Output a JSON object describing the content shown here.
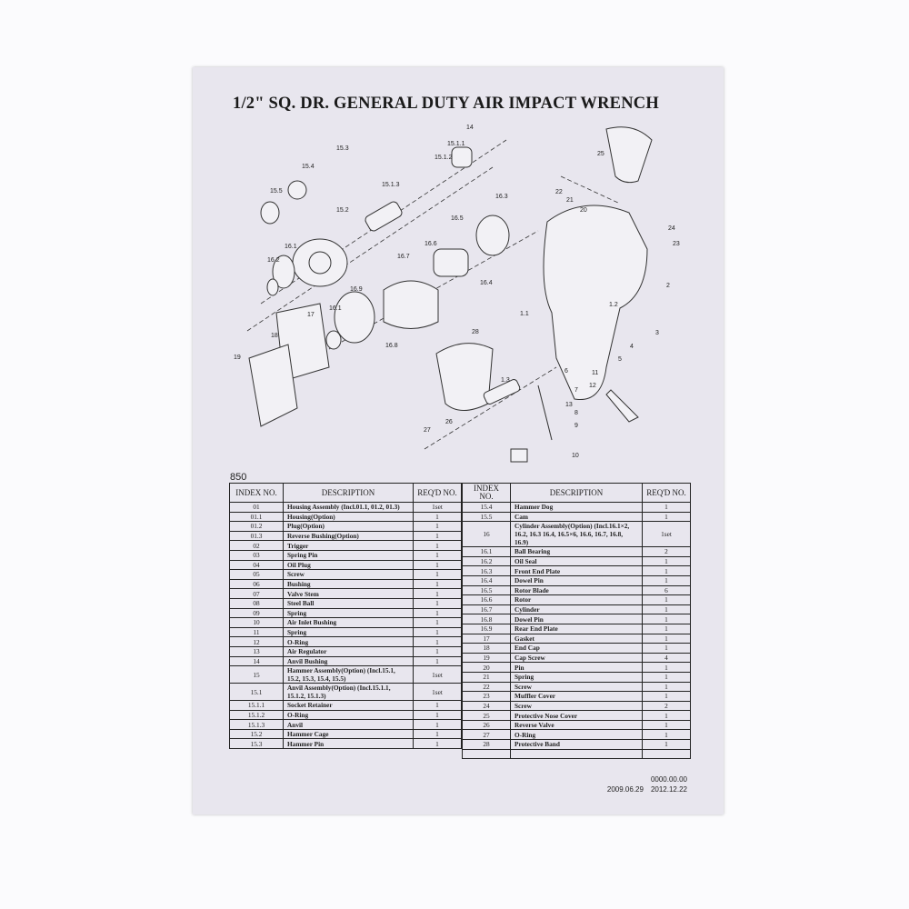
{
  "title": "1/2\" SQ. DR. GENERAL DUTY AIR IMPACT WRENCH",
  "model": "850",
  "callouts": [
    "15.3",
    "15.4",
    "14",
    "15.1.1",
    "15.1.2",
    "25",
    "15.5",
    "15.1.3",
    "15.2",
    "22",
    "21",
    "20",
    "16.3",
    "16.5",
    "24",
    "23",
    "16.1",
    "16.6",
    "16.2",
    "16.7",
    "2",
    "16.4",
    "16.9",
    "1.2",
    "17",
    "16.1",
    "1.1",
    "3",
    "18",
    "28",
    "16.8",
    "4",
    "5",
    "19",
    "6",
    "11",
    "1.3",
    "12",
    "7",
    "13",
    "8",
    "26",
    "9",
    "27",
    "10"
  ],
  "table_headers": {
    "index": "INDEX NO.",
    "description": "DESCRIPTION",
    "qty": "REQ'D NO."
  },
  "left_rows": [
    {
      "index": "01",
      "description": "Housing Assembly (Incl.01.1, 01.2, 01.3)",
      "qty": "1set"
    },
    {
      "index": "01.1",
      "description": "Housing(Option)",
      "qty": "1"
    },
    {
      "index": "01.2",
      "description": "Plug(Option)",
      "qty": "1"
    },
    {
      "index": "01.3",
      "description": "Reverse Bushing(Option)",
      "qty": "1"
    },
    {
      "index": "02",
      "description": "Trigger",
      "qty": "1"
    },
    {
      "index": "03",
      "description": "Spring Pin",
      "qty": "1"
    },
    {
      "index": "04",
      "description": "Oil Plug",
      "qty": "1"
    },
    {
      "index": "05",
      "description": "Screw",
      "qty": "1"
    },
    {
      "index": "06",
      "description": "Bushing",
      "qty": "1"
    },
    {
      "index": "07",
      "description": "Valve Stem",
      "qty": "1"
    },
    {
      "index": "08",
      "description": "Steel Ball",
      "qty": "1"
    },
    {
      "index": "09",
      "description": "Spring",
      "qty": "1"
    },
    {
      "index": "10",
      "description": "Air Inlet Bushing",
      "qty": "1"
    },
    {
      "index": "11",
      "description": "Spring",
      "qty": "1"
    },
    {
      "index": "12",
      "description": "O-Ring",
      "qty": "1"
    },
    {
      "index": "13",
      "description": "Air Regulator",
      "qty": "1"
    },
    {
      "index": "14",
      "description": "Anvil Bushing",
      "qty": "1"
    },
    {
      "index": "15",
      "description": "Hammer Assembly(Option) (Incl.15.1, 15.2, 15.3, 15.4, 15.5)",
      "qty": "1set"
    },
    {
      "index": "15.1",
      "description": "Anvil Assembly(Option) (Incl.15.1.1, 15.1.2, 15.1.3)",
      "qty": "1set"
    },
    {
      "index": "15.1.1",
      "description": "Socket Retainer",
      "qty": "1"
    },
    {
      "index": "15.1.2",
      "description": "O-Ring",
      "qty": "1"
    },
    {
      "index": "15.1.3",
      "description": "Anvil",
      "qty": "1"
    },
    {
      "index": "15.2",
      "description": "Hammer Cage",
      "qty": "1"
    },
    {
      "index": "15.3",
      "description": "Hammer Pin",
      "qty": "1"
    }
  ],
  "right_rows": [
    {
      "index": "15.4",
      "description": "Hammer Dog",
      "qty": "1"
    },
    {
      "index": "15.5",
      "description": "Cam",
      "qty": "1"
    },
    {
      "index": "16",
      "description": "Cylinder Assembly(Option) (Incl.16.1×2, 16.2, 16.3 16.4, 16.5×6, 16.6, 16.7, 16.8, 16.9)",
      "qty": "1set"
    },
    {
      "index": "16.1",
      "description": "Ball Bearing",
      "qty": "2"
    },
    {
      "index": "16.2",
      "description": "Oil Seal",
      "qty": "1"
    },
    {
      "index": "16.3",
      "description": "Front End Plate",
      "qty": "1"
    },
    {
      "index": "16.4",
      "description": "Dowel Pin",
      "qty": "1"
    },
    {
      "index": "16.5",
      "description": "Rotor Blade",
      "qty": "6"
    },
    {
      "index": "16.6",
      "description": "Rotor",
      "qty": "1"
    },
    {
      "index": "16.7",
      "description": "Cylinder",
      "qty": "1"
    },
    {
      "index": "16.8",
      "description": "Dowel Pin",
      "qty": "1"
    },
    {
      "index": "16.9",
      "description": "Rear End Plate",
      "qty": "1"
    },
    {
      "index": "17",
      "description": "Gasket",
      "qty": "1"
    },
    {
      "index": "18",
      "description": "End Cap",
      "qty": "1"
    },
    {
      "index": "19",
      "description": "Cap Screw",
      "qty": "4"
    },
    {
      "index": "20",
      "description": "Pin",
      "qty": "1"
    },
    {
      "index": "21",
      "description": "Spring",
      "qty": "1"
    },
    {
      "index": "22",
      "description": "Screw",
      "qty": "1"
    },
    {
      "index": "23",
      "description": "Muffler Cover",
      "qty": "1"
    },
    {
      "index": "24",
      "description": "Screw",
      "qty": "2"
    },
    {
      "index": "25",
      "description": "Protective Nose Cover",
      "qty": "1"
    },
    {
      "index": "26",
      "description": "Reverse Valve",
      "qty": "1"
    },
    {
      "index": "27",
      "description": "O-Ring",
      "qty": "1"
    },
    {
      "index": "28",
      "description": "Protective Band",
      "qty": "1"
    },
    {
      "index": "",
      "description": "",
      "qty": ""
    }
  ],
  "revision": "0000.00.00",
  "date_1": "2009.06.29",
  "date_2": "2012.12.22"
}
